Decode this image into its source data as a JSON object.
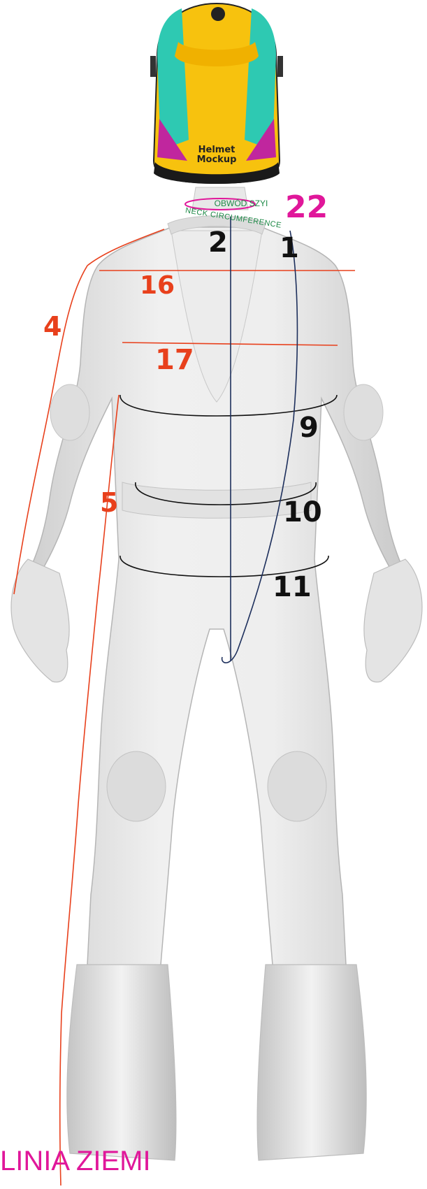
{
  "labels": {
    "m1": "1",
    "m2": "2",
    "m4": "4",
    "m5": "5",
    "m9": "9",
    "m10": "10",
    "m11": "11",
    "m16": "16",
    "m17": "17",
    "m22": "22",
    "neck_pl": "OBWÓD SZYI",
    "neck_en": "NECK CIRCUMFERENCE",
    "ground": "LINIA ZIEMI"
  },
  "helmet": {
    "text_line1": "Helmet",
    "text_line2": "Mockup"
  },
  "colors": {
    "red_line": "#e8401c",
    "navy_line": "#1d2f5c",
    "black_line": "#111111",
    "magenta": "#e0179a",
    "green_text": "#1f8a48",
    "helmet_yellow": "#f7c20e",
    "helmet_teal": "#2ec9b2",
    "helmet_magenta": "#c0269e",
    "suit_grey": "#e6e6e6"
  }
}
